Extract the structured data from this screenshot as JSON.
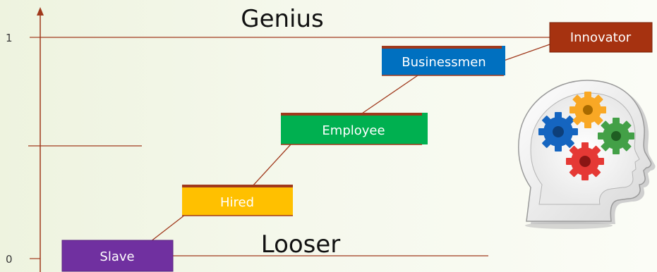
{
  "diagram": {
    "y_axis": {
      "tick_top": "1",
      "tick_bottom": "0"
    },
    "labels": {
      "top": "Genius",
      "bottom": "Looser"
    },
    "stages": [
      {
        "label": "Slave",
        "color": "#7030a0"
      },
      {
        "label": "Hired",
        "color": "#ffc000"
      },
      {
        "label": "Employee",
        "color": "#00b050"
      },
      {
        "label": "Businessmen",
        "color": "#0070c0"
      },
      {
        "label": "Innovator",
        "color": "#a63210"
      }
    ],
    "line_color": "#a0391c",
    "image": {
      "subject": "head-with-gears",
      "gear_colors": [
        "#1565c0",
        "#f9a825",
        "#43a047",
        "#e53935"
      ]
    }
  }
}
